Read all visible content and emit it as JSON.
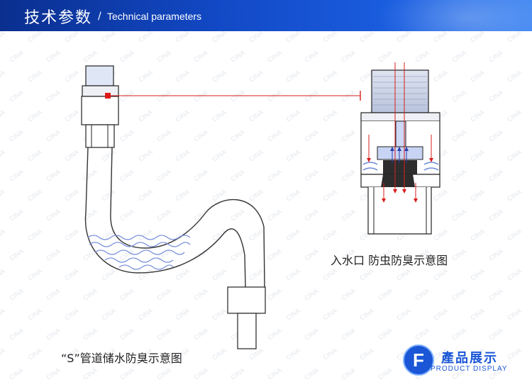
{
  "header": {
    "title_cn": "技术参数",
    "separator": "/",
    "title_en": "Technical parameters"
  },
  "watermark_text": "CINA",
  "captions": {
    "right": "入水口 防虫防臭示意图",
    "left": "“S”管道储水防臭示意图"
  },
  "logo": {
    "letter": "F",
    "title_cn": "產品展示",
    "title_en": "PRODUCT DISPLAY"
  },
  "colors": {
    "header_blue": "#1248c4",
    "accent_red": "#d81e1e",
    "water_blue": "#6a86d8",
    "brand_blue": "#1a56d6"
  }
}
